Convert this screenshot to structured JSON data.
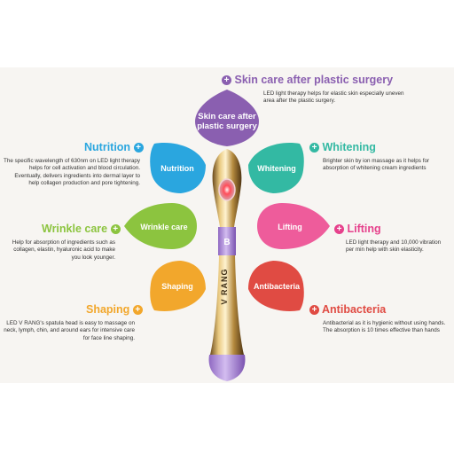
{
  "colors": {
    "purple": "#8a5fb0",
    "teal": "#33b9a3",
    "blue": "#2aa6df",
    "pink": "#e6418c",
    "green": "#8cc43f",
    "orange": "#f2a72c",
    "red": "#e04b43"
  },
  "features": {
    "skincare": {
      "petal": "Skin care after plastic surgery",
      "title": "Skin care after plastic surgery",
      "desc": "LED light therapy helps for elastic skin especially uneven area after the plastic surgery."
    },
    "nutrition": {
      "petal": "Nutrition",
      "title": "Nutrition",
      "desc": "The specific wavelength of 630nm on LED light therapy helps for cell activation and blood circulation. Eventually, delivers ingredients into dermal layer to help collagen production and pore tightening."
    },
    "whitening": {
      "petal": "Whitening",
      "title": "Whitening",
      "desc": "Brighter skin by ion massage as it helps for absorption of whitening cream ingredients"
    },
    "wrinkle": {
      "petal": "Wrinkle care",
      "title": "Wrinkle care",
      "desc": "Help for absorption of ingredients such as collagen, elastin, hyaluronic acid to make you look younger."
    },
    "lifting": {
      "petal": "Lifting",
      "title": "Lifting",
      "desc": "LED light therapy and 10,000 vibration per min help with skin elasticity."
    },
    "shaping": {
      "petal": "Shaping",
      "title": "Shaping",
      "desc": "LED V RANG's spatula head is easy to massage on neck, lymph, chin, and around ears for intensive care for face line shaping."
    },
    "antibacteria": {
      "petal": "Antibacteria",
      "title": "Antibacteria",
      "desc": "Antibacterial as it is hygienic without using hands. The absorption is 10 times effective than hands"
    }
  },
  "device": {
    "brand_text": "V RANG",
    "logo_letter": "B"
  },
  "icons": {
    "plus": "+"
  }
}
